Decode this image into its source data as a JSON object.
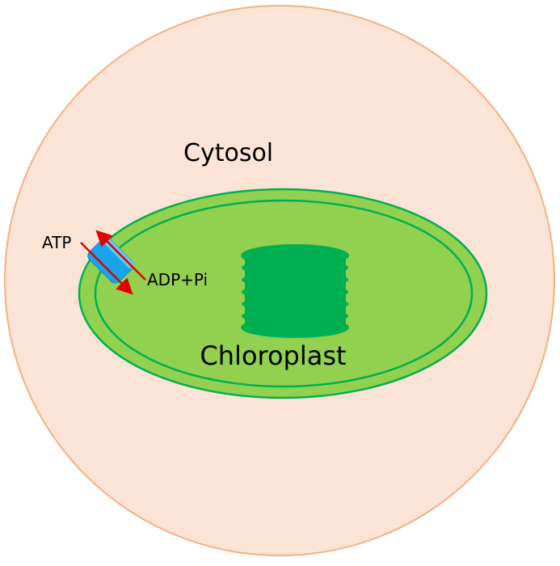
{
  "labels": {
    "cytosol": "Cytosol",
    "chloroplast": "Chloroplast",
    "atp": "ATP",
    "adp_pi": "ADP+Pi"
  },
  "colors": {
    "cell_fill": "#fbe3d6",
    "cell_stroke": "#f4b183",
    "chloroplast_fill": "#92d050",
    "membrane_stroke": "#00b050",
    "grana_fill": "#00b050",
    "transporter_fill": "#1aa3e8",
    "transporter_light": "#66c7f4",
    "arrow": "#e00000"
  }
}
